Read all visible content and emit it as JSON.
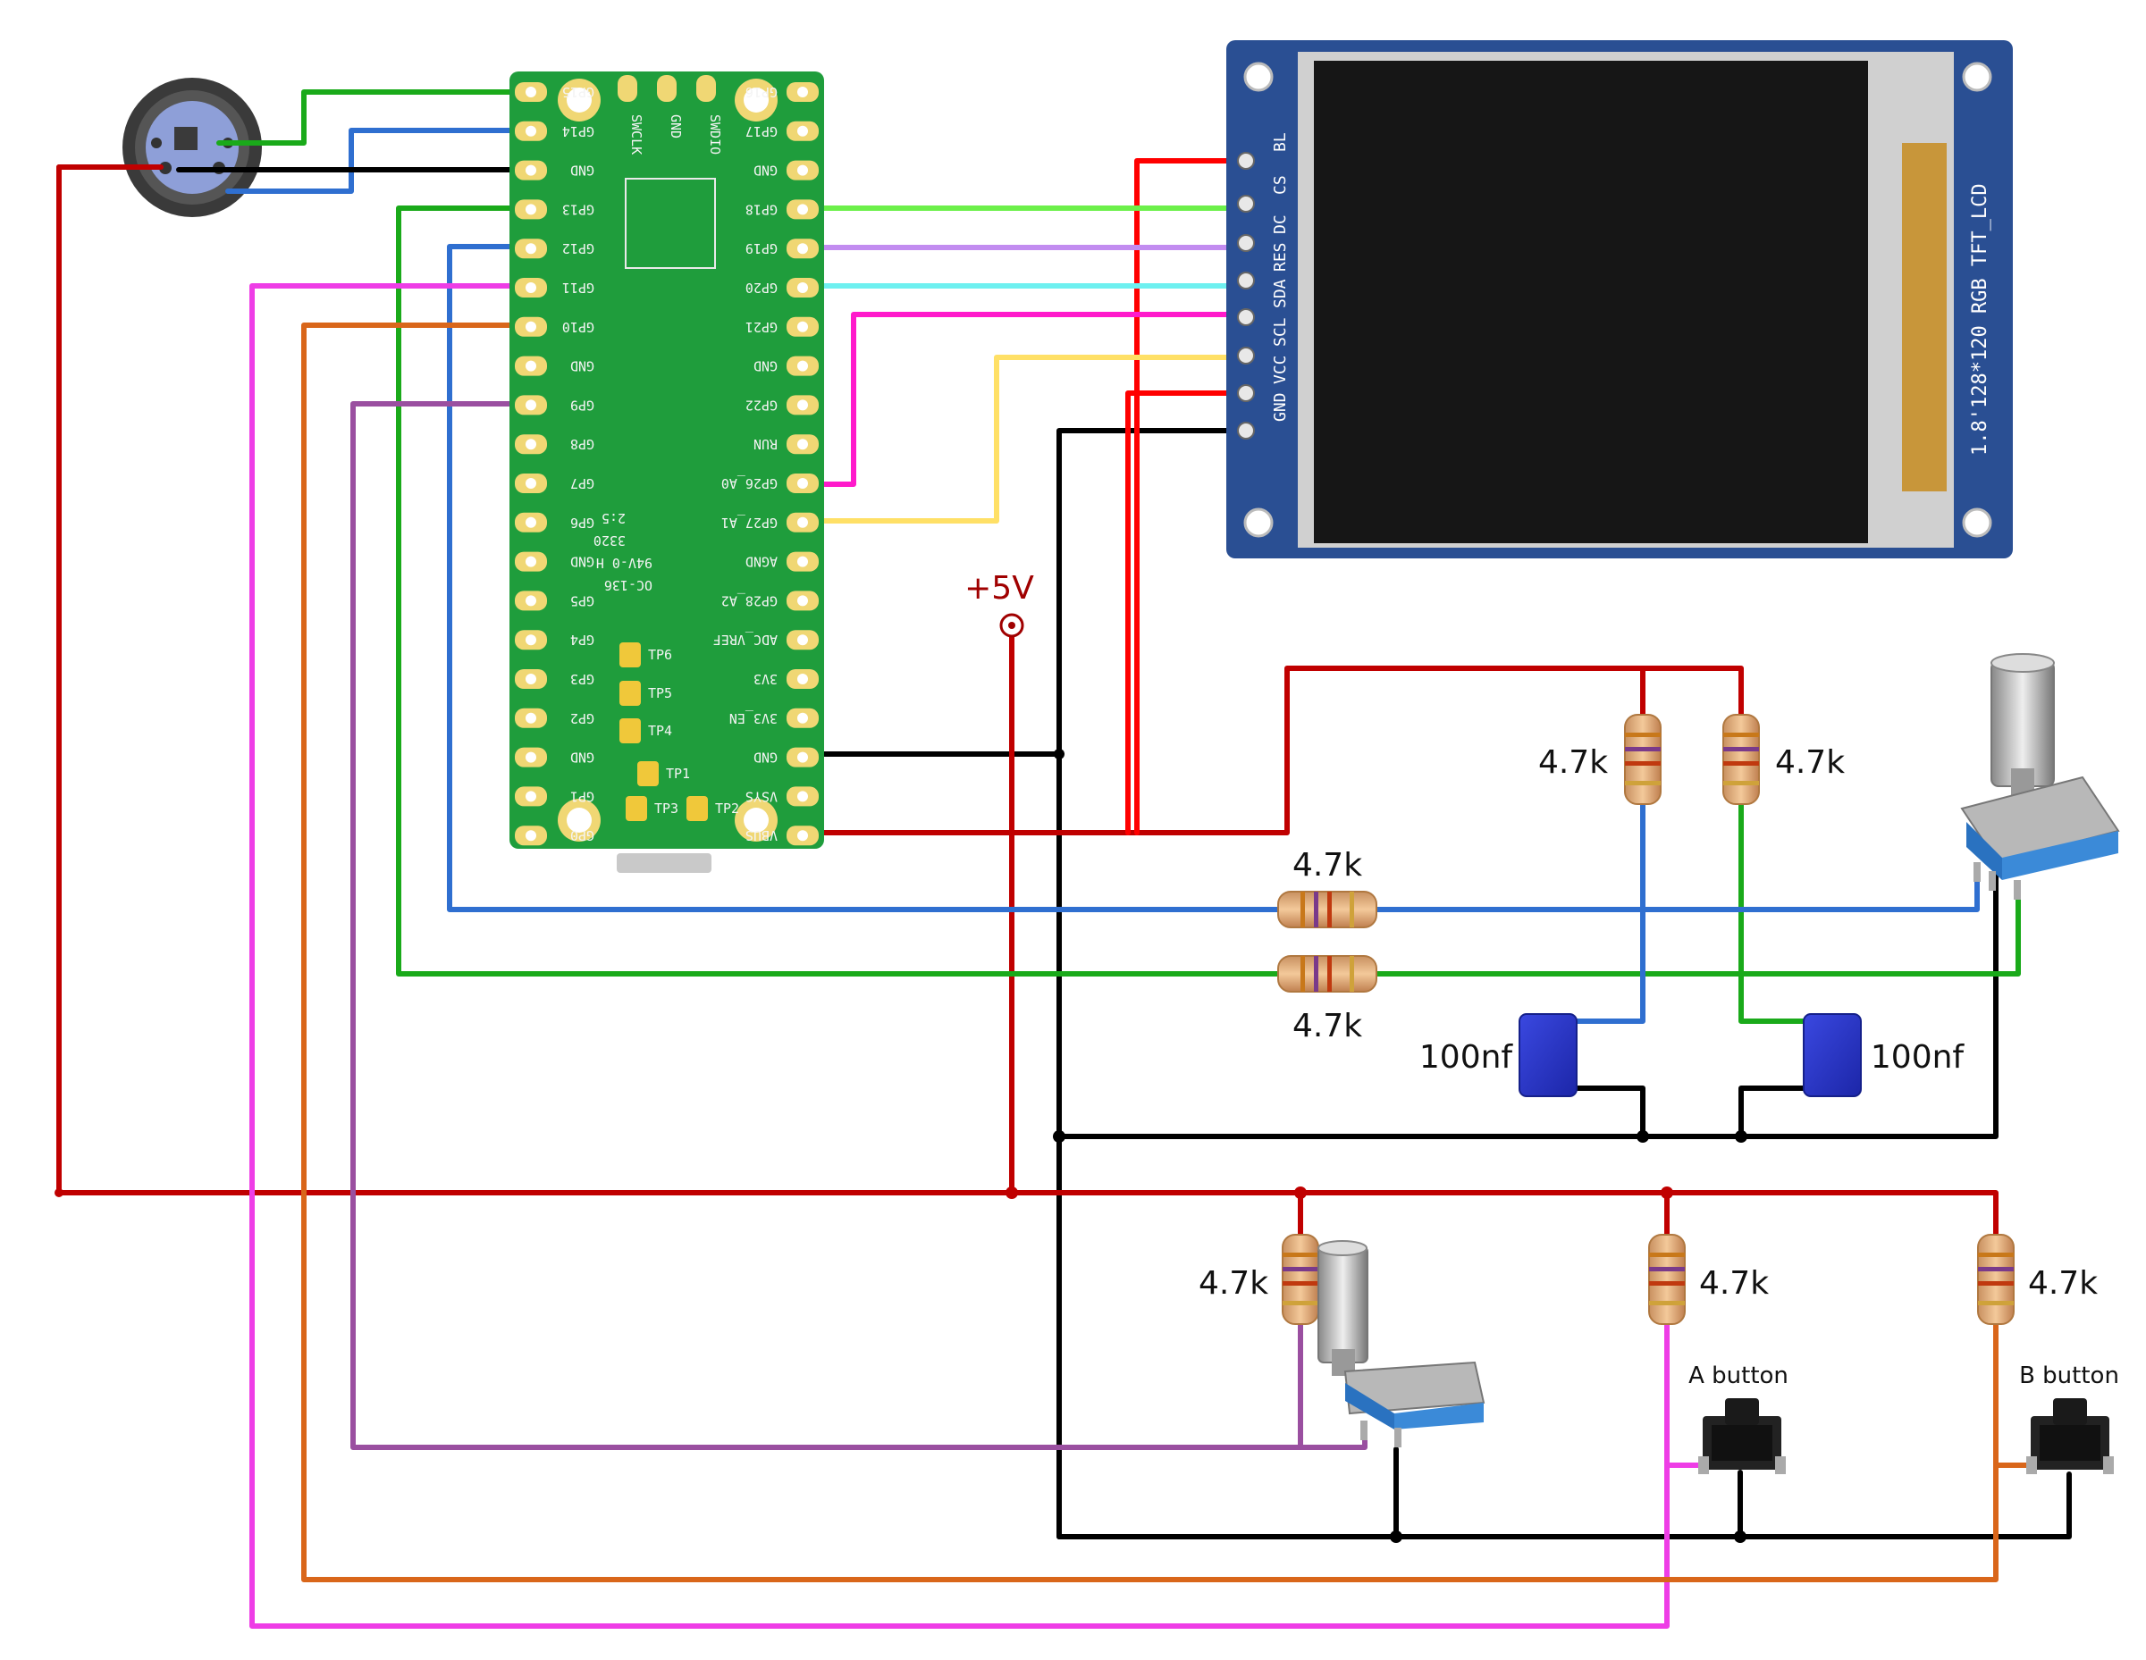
{
  "labels": {
    "plus5v": "+5V",
    "r_top_left": "4.7k",
    "r_top_right": "4.7k",
    "r_mid_blue": "4.7k",
    "r_mid_green": "4.7k",
    "c_left": "100nf",
    "c_right": "100nf",
    "r_bot_1": "4.7k",
    "r_bot_2": "4.7k",
    "r_bot_3": "4.7k",
    "a_button": "A button",
    "b_button": "B button"
  },
  "lcd": {
    "model": "1.8'128*120 RGB TFT_LCD",
    "pins": [
      "BL",
      "CS",
      "DC",
      "RES",
      "SDA",
      "SCL",
      "VCC",
      "GND"
    ]
  },
  "pico": {
    "left_pins": [
      "GP15",
      "GP14",
      "GND",
      "GP13",
      "GP12",
      "GP11",
      "GP10",
      "GND",
      "GP9",
      "GP8",
      "GP7",
      "GP6",
      "GND",
      "GP5",
      "GP4",
      "GP3",
      "GP2",
      "GND",
      "GP1",
      "GP0"
    ],
    "right_pins": [
      "GP16",
      "GP17",
      "GND",
      "GP18",
      "GP19",
      "GP20",
      "GP21",
      "GND",
      "GP22",
      "RUN",
      "GP26_A0",
      "GP27_A1",
      "AGND",
      "GP28_A2",
      "ADC_VREF",
      "3V3",
      "3V3_EN",
      "GND",
      "VSYS",
      "VBUS"
    ],
    "top_pins": [
      "SWCLK",
      "GND",
      "SWDIO"
    ],
    "board_text_1": "2:5",
    "board_text_2": "3320",
    "board_text_3": "94V-0 H",
    "board_text_4": "OC-136",
    "tp_labels": [
      "TP6",
      "TP5",
      "TP4",
      "TP1",
      "TP3",
      "TP2"
    ]
  },
  "colors": {
    "power": "#c00000",
    "ground": "#000000",
    "green": "#1aaa1a",
    "blue": "#2f6fd0",
    "magenta": "#ee3de6",
    "orange": "#d9661a",
    "purple": "#9a4fa0",
    "lime": "#6cf04a",
    "lavender": "#c28cf0",
    "cyan": "#6ef0f0",
    "pink": "#ff1acb",
    "yellow": "#ffe066",
    "lcd_red": "#ff0000"
  }
}
